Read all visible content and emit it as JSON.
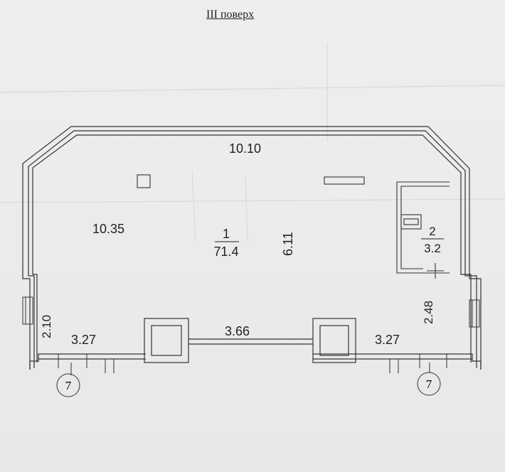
{
  "title": "III поверх",
  "rooms": [
    {
      "number": "1",
      "area": "71.4"
    },
    {
      "number": "2",
      "area": "3.2"
    }
  ],
  "dimensions": {
    "top": "10.10",
    "left": "10.35",
    "height_main": "6.11",
    "left_low": "2.10",
    "bottom_left": "3.27",
    "bottom_mid": "3.66",
    "bottom_right": "3.27",
    "right_low": "2.48"
  },
  "axes": [
    {
      "label": "7"
    },
    {
      "label": "7"
    }
  ]
}
